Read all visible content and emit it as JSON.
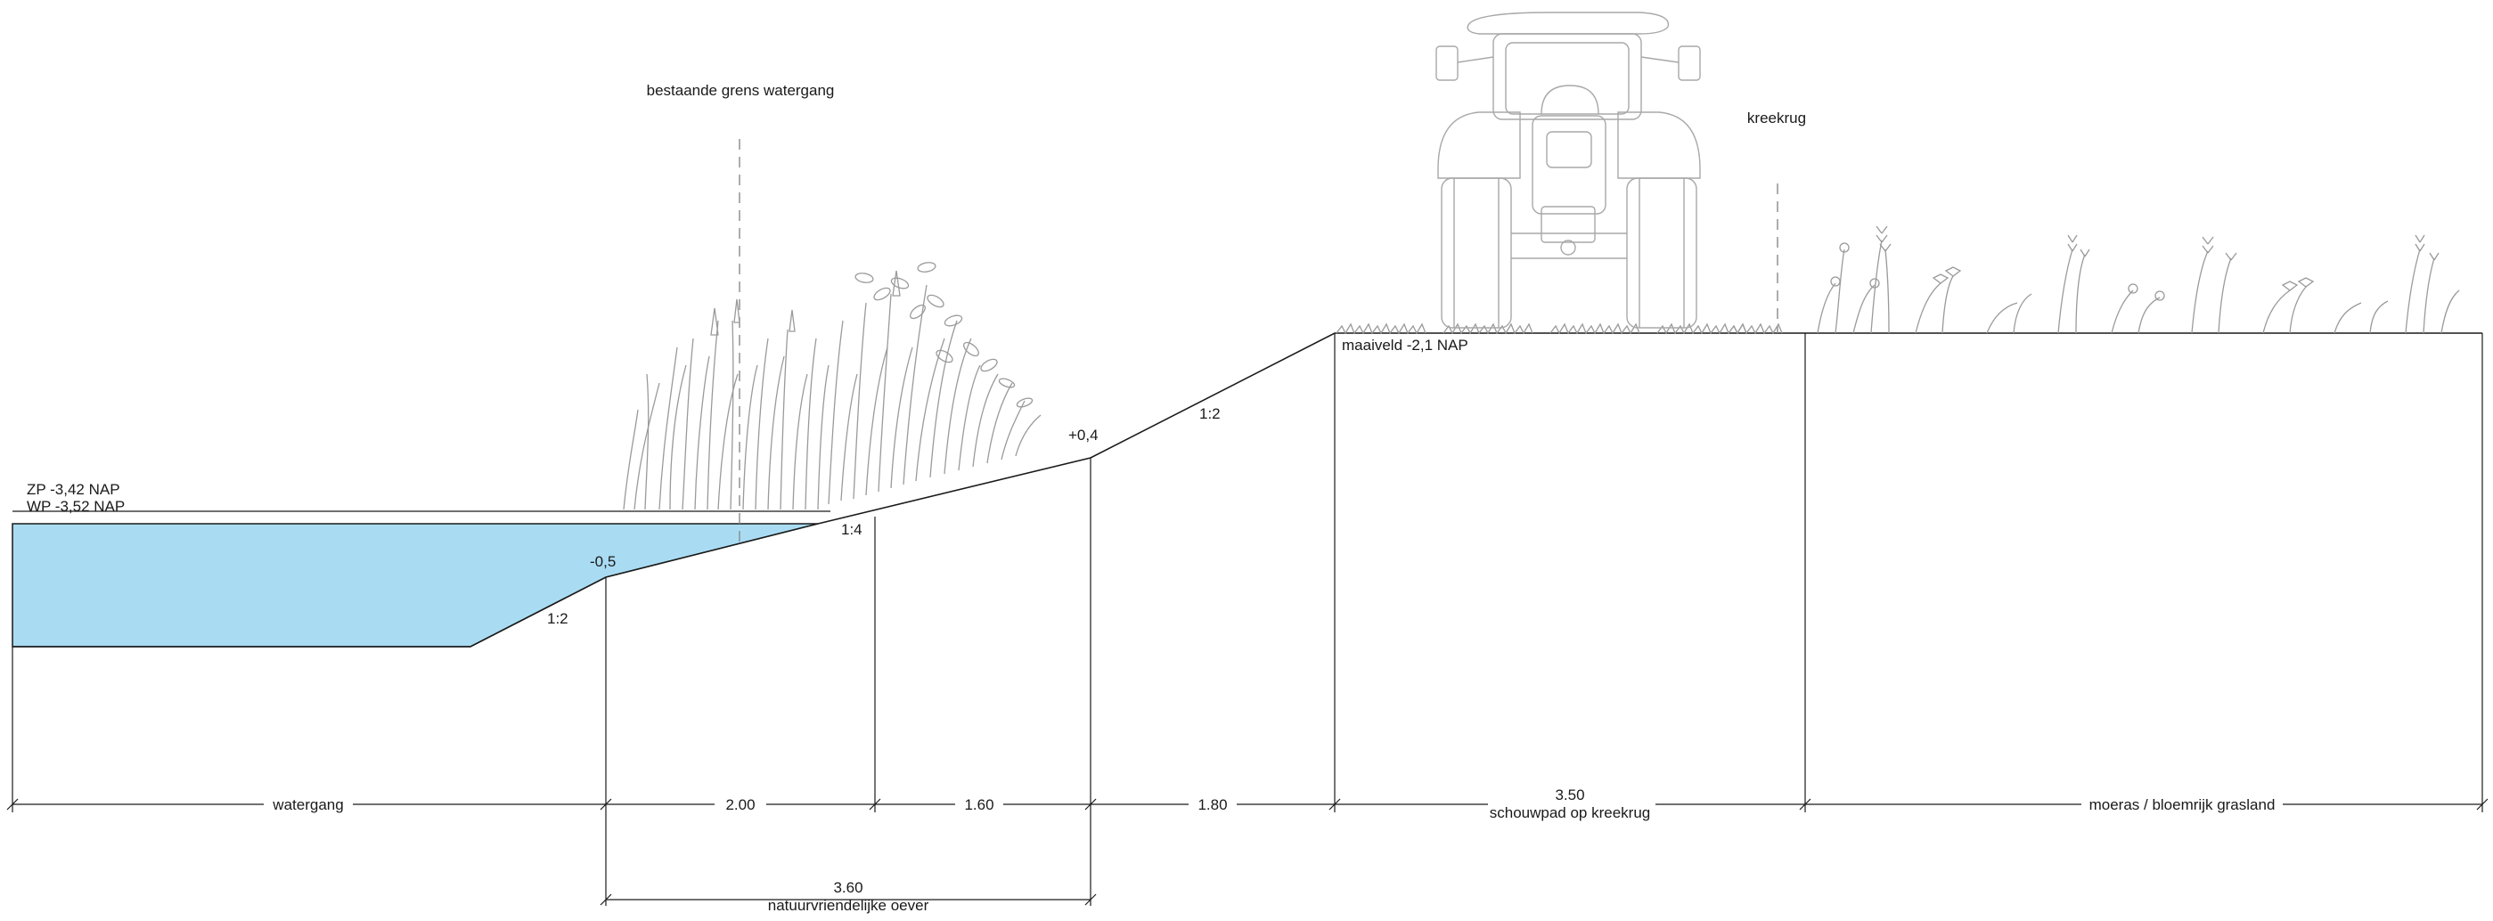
{
  "labels": {
    "zp": "ZP -3,42 NAP",
    "wp": "WP -3,52 NAP",
    "existing_boundary": "bestaande grens watergang",
    "ridge": "kreekrug",
    "ground_level": "maaiveld -2,1 NAP",
    "depth_mark": "-0,5",
    "height_mark": "+0,4",
    "slope_lower": "1:2",
    "slope_mid": "1:4",
    "slope_upper": "1:2"
  },
  "dimensions": {
    "watergang": "watergang",
    "d1": "2.00",
    "d2": "1.60",
    "d3": "1.80",
    "d4_value": "3.50",
    "d4_label": "schouwpad op kreekrug",
    "d5": "moeras / bloemrijk grasland",
    "overall_value": "3.60",
    "overall_label": "natuurvriendelijke oever"
  },
  "colors": {
    "water": "#a9dcf3",
    "line": "#1a1a1a",
    "vegetation": "#9a9a9a",
    "vehicle": "#a8a8a8"
  }
}
